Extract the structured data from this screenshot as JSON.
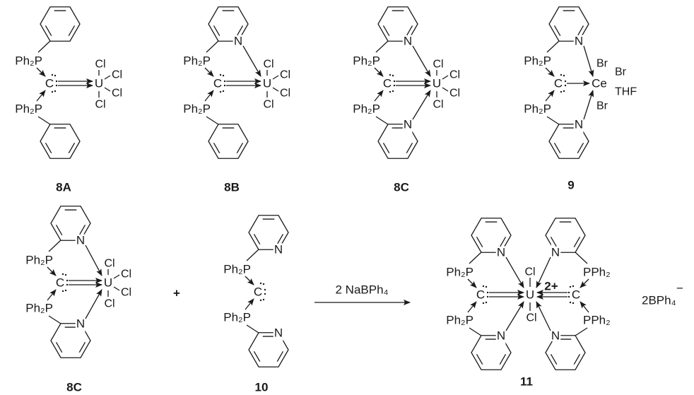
{
  "c8A": {
    "label": "8A",
    "p_top": "Ph₂P",
    "p_bot": "Ph₂P",
    "carbon": "C",
    "metal": "U",
    "ligands": [
      "Cl",
      "Cl",
      "Cl",
      "Cl"
    ]
  },
  "c8B": {
    "label": "8B",
    "p_top": "Ph₂P",
    "p_bot": "Ph₂P",
    "carbon": "C",
    "metal": "U",
    "n_top": "N",
    "ligands": [
      "Cl",
      "Cl",
      "Cl",
      "Cl"
    ]
  },
  "c8C": {
    "label": "8C",
    "p_top": "Ph₂P",
    "p_bot": "Ph₂P",
    "carbon": "C",
    "metal": "U",
    "n_top": "N",
    "n_bot": "N",
    "ligands": [
      "Cl",
      "Cl",
      "Cl",
      "Cl"
    ]
  },
  "c9": {
    "label": "9",
    "p_top": "Ph₂P",
    "p_bot": "Ph₂P",
    "carbon": "C",
    "metal": "Ce",
    "n_top": "N",
    "n_bot": "N",
    "ligands": [
      "Br",
      "Br",
      "THF",
      "Br"
    ]
  },
  "c8C2": {
    "label": "8C",
    "p_top": "Ph₂P",
    "p_bot": "Ph₂P",
    "carbon": "C",
    "metal": "U",
    "n_top": "N",
    "n_bot": "N",
    "ligands": [
      "Cl",
      "Cl",
      "Cl",
      "Cl"
    ]
  },
  "c10": {
    "label": "10",
    "p_top": "Ph₂P",
    "p_bot": "Ph₂P",
    "carbon": "C",
    "n_top": "N",
    "n_bot": "N"
  },
  "c11": {
    "label": "11",
    "left": {
      "p_top": "Ph₂P",
      "p_bot": "Ph₂P",
      "carbon": "C",
      "n_top": "N",
      "n_bot": "N"
    },
    "right": {
      "p_top": "PPh₂",
      "p_bot": "PPh₂",
      "carbon": "C",
      "n_top": "N",
      "n_bot": "N"
    },
    "metal": "U",
    "ligands": [
      "Cl",
      "Cl"
    ],
    "charge": "2+",
    "counterion": "2BPh₄",
    "counterion_charge": "−"
  },
  "reaction": {
    "plus": "+",
    "reagent": "2 NaBPh₄"
  }
}
